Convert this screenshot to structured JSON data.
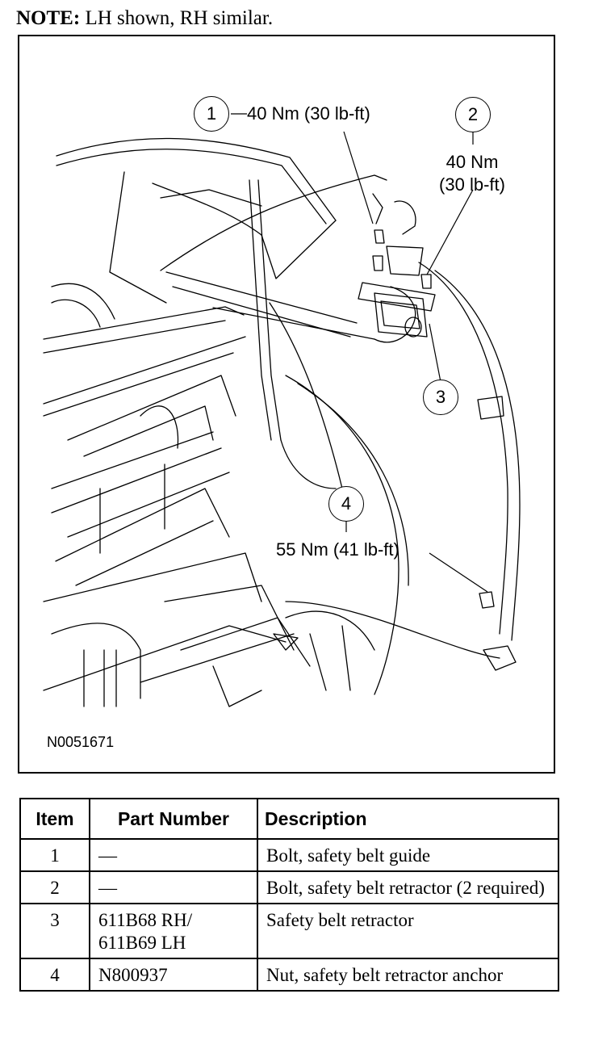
{
  "note": {
    "label": "NOTE:",
    "text": "LH shown, RH similar."
  },
  "figure": {
    "id": "N0051671",
    "callouts": [
      {
        "num": "1",
        "torque": "40 Nm (30 lb-ft)"
      },
      {
        "num": "2",
        "torque_nm": "40 Nm",
        "torque_lbft": "(30 lb-ft)"
      },
      {
        "num": "3"
      },
      {
        "num": "4",
        "torque": "55 Nm (41 lb-ft)"
      }
    ]
  },
  "table": {
    "headers": [
      "Item",
      "Part Number",
      "Description"
    ],
    "rows": [
      {
        "item": "1",
        "part_number": "—",
        "description": "Bolt, safety belt guide"
      },
      {
        "item": "2",
        "part_number": "—",
        "description": "Bolt, safety belt retractor (2 required)"
      },
      {
        "item": "3",
        "part_number_lines": [
          "611B68 RH/",
          "611B69 LH"
        ],
        "description": "Safety belt retractor"
      },
      {
        "item": "4",
        "part_number": "N800937",
        "description": "Nut, safety belt retractor anchor"
      }
    ]
  }
}
